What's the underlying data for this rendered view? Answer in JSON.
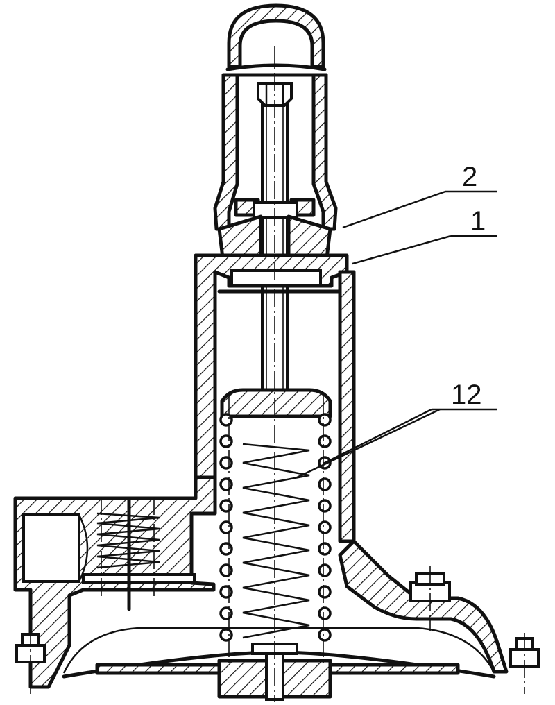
{
  "callouts": [
    {
      "id": "part-2",
      "label": "2"
    },
    {
      "id": "part-1",
      "label": "1"
    },
    {
      "id": "part-12",
      "label": "12"
    }
  ],
  "colors": {
    "ink": "#111111",
    "paper": "#ffffff"
  }
}
